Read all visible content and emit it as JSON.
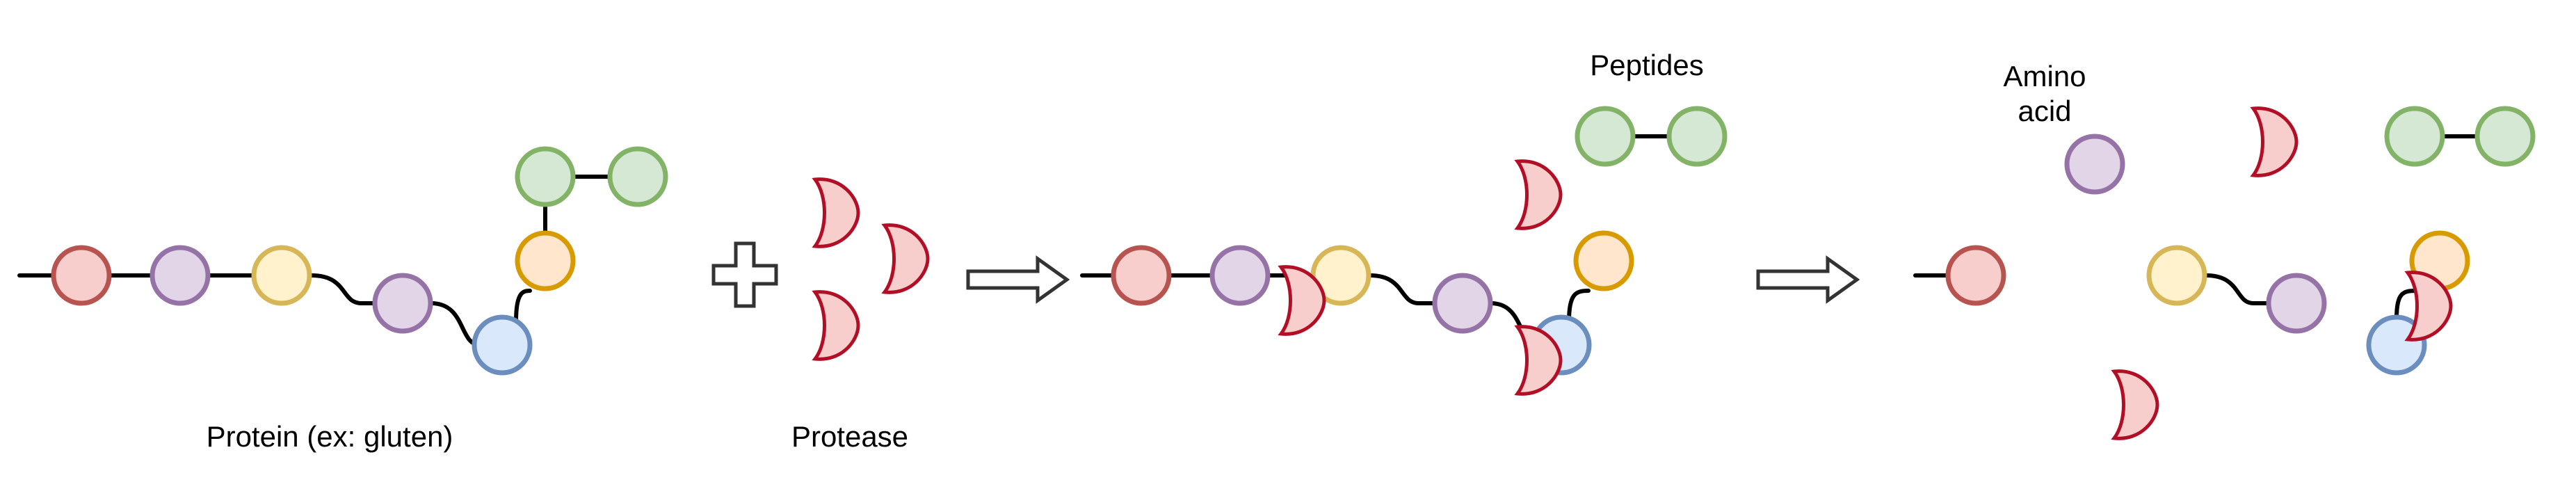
{
  "labels": {
    "protein": "Protein (ex: gluten)",
    "protease": "Protease",
    "peptides": "Peptides",
    "amino_acid_line1": "Amino",
    "amino_acid_line2": "acid"
  },
  "colors": {
    "red": {
      "fill": "#f8cecc",
      "stroke": "#b85450"
    },
    "purple": {
      "fill": "#e1d5e7",
      "stroke": "#9673a6"
    },
    "yellow": {
      "fill": "#fff2cc",
      "stroke": "#d6b656"
    },
    "blue": {
      "fill": "#dae8fc",
      "stroke": "#6c8ebf"
    },
    "orange": {
      "fill": "#ffe6cc",
      "stroke": "#d79b00"
    },
    "green": {
      "fill": "#d5e8d4",
      "stroke": "#82b366"
    },
    "enzyme": {
      "fill": "#f8cecc",
      "stroke": "#b20f27"
    }
  },
  "icons": [
    "plus-icon",
    "right-arrow-icon",
    "protease-enzyme-icon",
    "amino-acid-bead-icon"
  ]
}
